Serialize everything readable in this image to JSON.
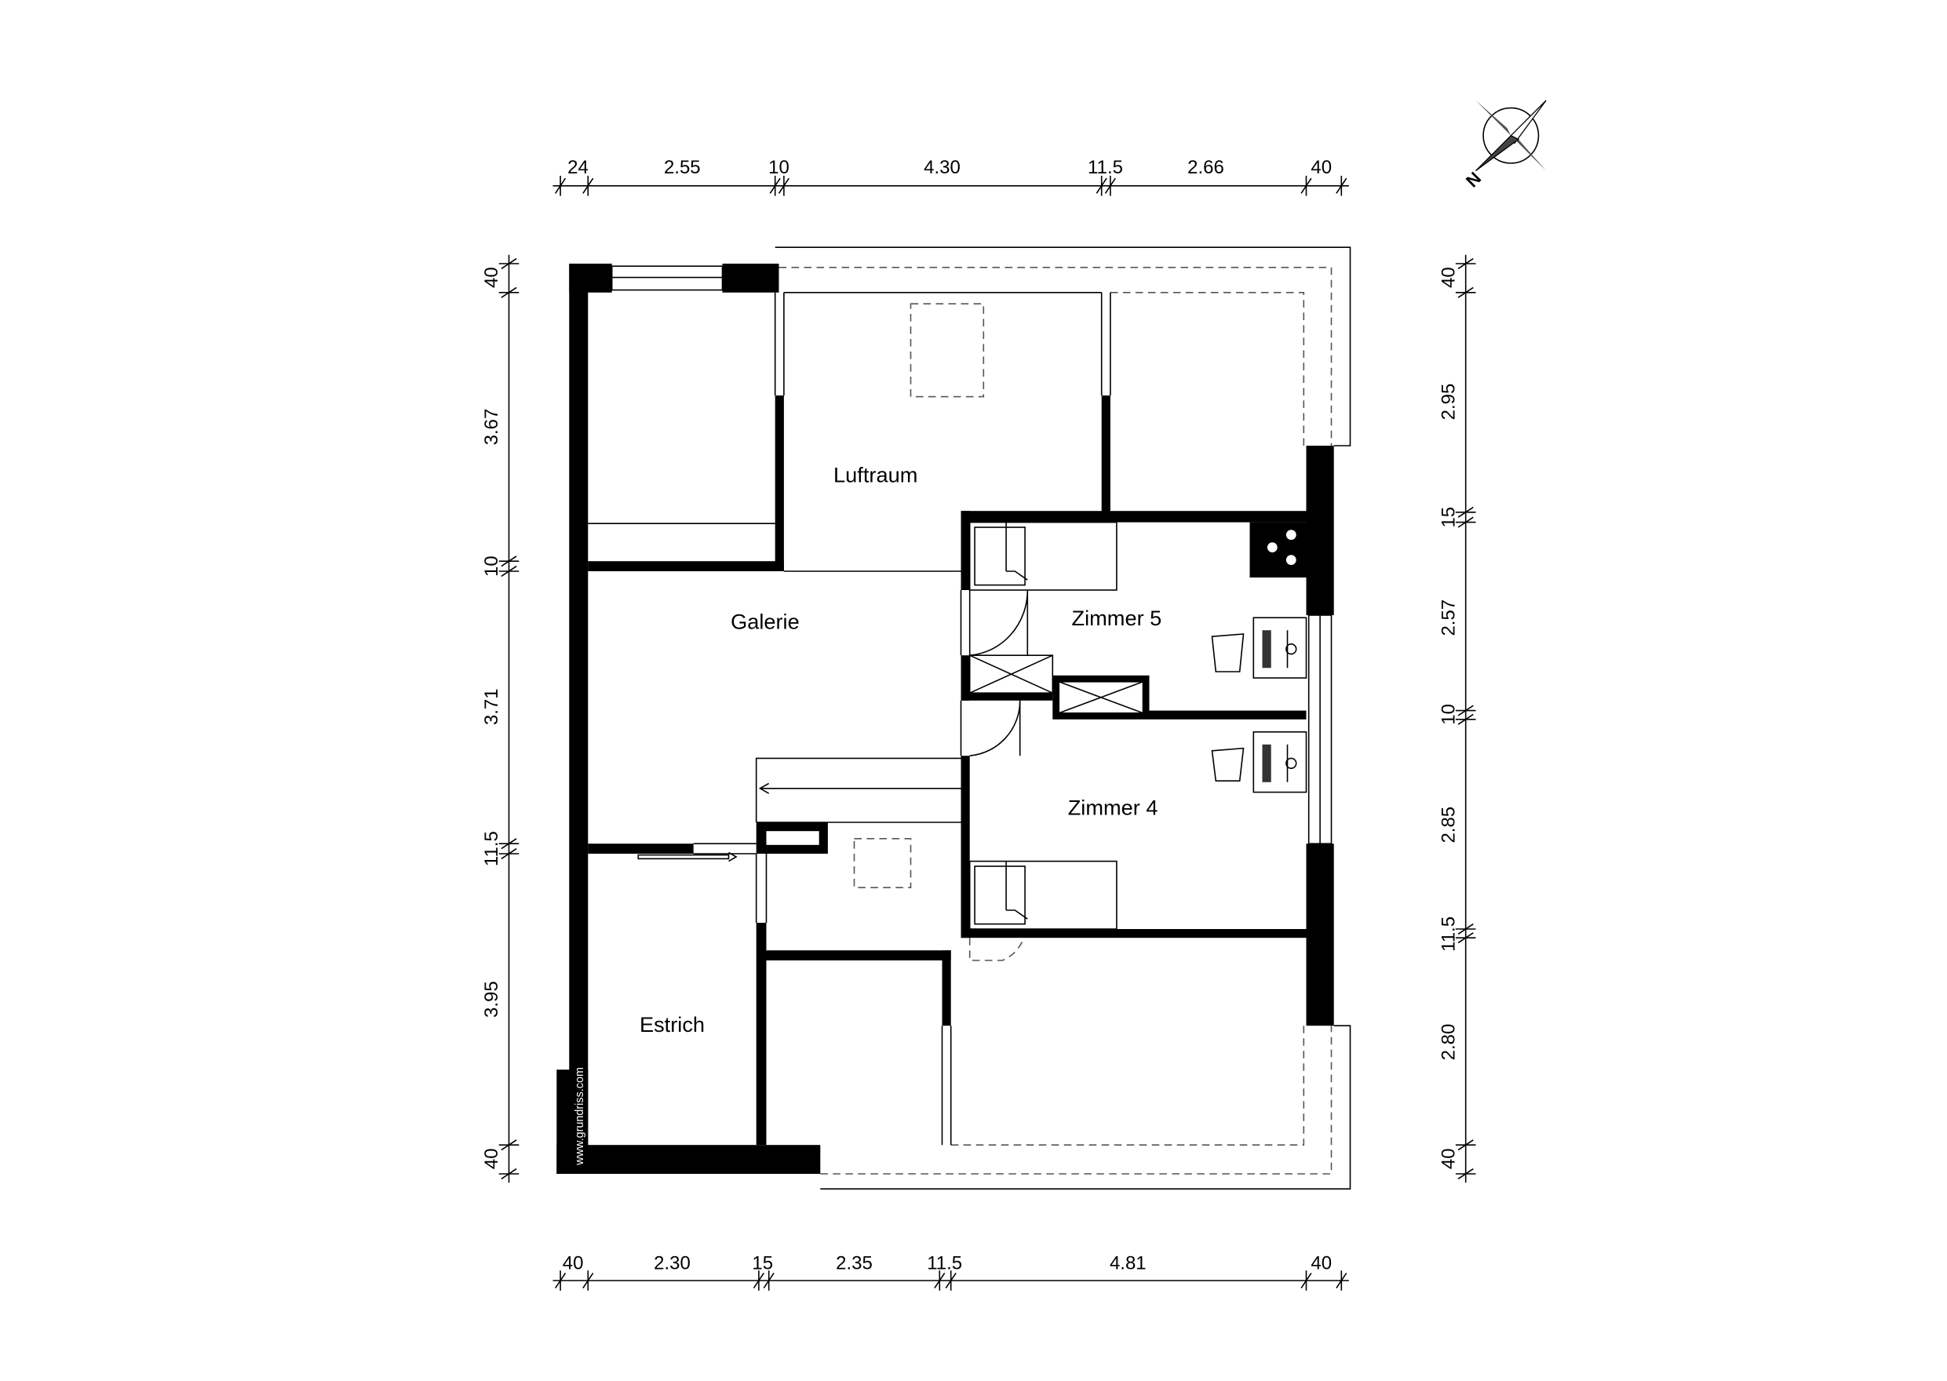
{
  "rooms": {
    "luftraum": "Luftraum",
    "galerie": "Galerie",
    "zimmer5": "Zimmer 5",
    "zimmer4": "Zimmer 4",
    "estrich": "Estrich"
  },
  "dimensions": {
    "top": [
      "24",
      "2.55",
      "10",
      "4.30",
      "11.5",
      "2.66",
      "40"
    ],
    "bottom": [
      "40",
      "2.30",
      "15",
      "2.35",
      "11.5",
      "4.81",
      "40"
    ],
    "left": [
      "40",
      "3.67",
      "10",
      "3.71",
      "11.5",
      "3.95",
      "40"
    ],
    "right": [
      "40",
      "2.95",
      "15",
      "2.57",
      "10",
      "2.85",
      "11.5",
      "2.80",
      "40"
    ]
  },
  "compass": {
    "label": "N",
    "icon": "compass-rose-icon"
  },
  "watermark": "www.grundriss.com"
}
